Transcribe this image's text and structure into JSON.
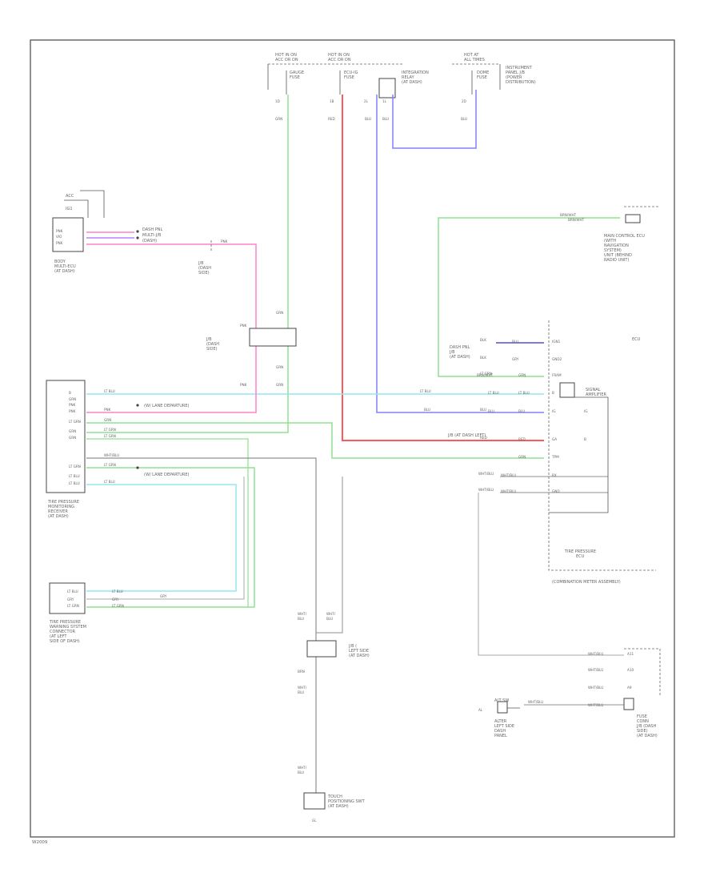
{
  "figure_code": "W2009",
  "colors": {
    "wire_green": "#8fe08f",
    "wire_red": "#ff5a5a",
    "wire_blue": "#8080ff",
    "wire_blue_dark": "#5050d0",
    "wire_pink": "#ff80c8",
    "wire_lightpink": "#ffb0c8",
    "wire_cyan": "#90e8f0",
    "wire_gray": "#909090",
    "frame": "#555555"
  },
  "wires": {
    "green": "GRN",
    "red": "RED",
    "blue": "BLU",
    "blue2": "BLU",
    "pink": "PNK",
    "pink2": "PNK",
    "ltblue": "LT BLU",
    "ltblue2": "LT BLU",
    "ltgrn": "LT GRN",
    "ltgrn2": "LT GRN",
    "ltgrn3": "LT GRN",
    "ltgrn4": "LT GRN",
    "brn": "BRN/WHT",
    "wht": "WHT/BLU",
    "wht2": "WHT/BLU",
    "wht3": "WHT/BLU",
    "wht4": "WHT/BLU",
    "gray": "GRY",
    "blk": "BLK",
    "blk2": "BLK"
  }
}
